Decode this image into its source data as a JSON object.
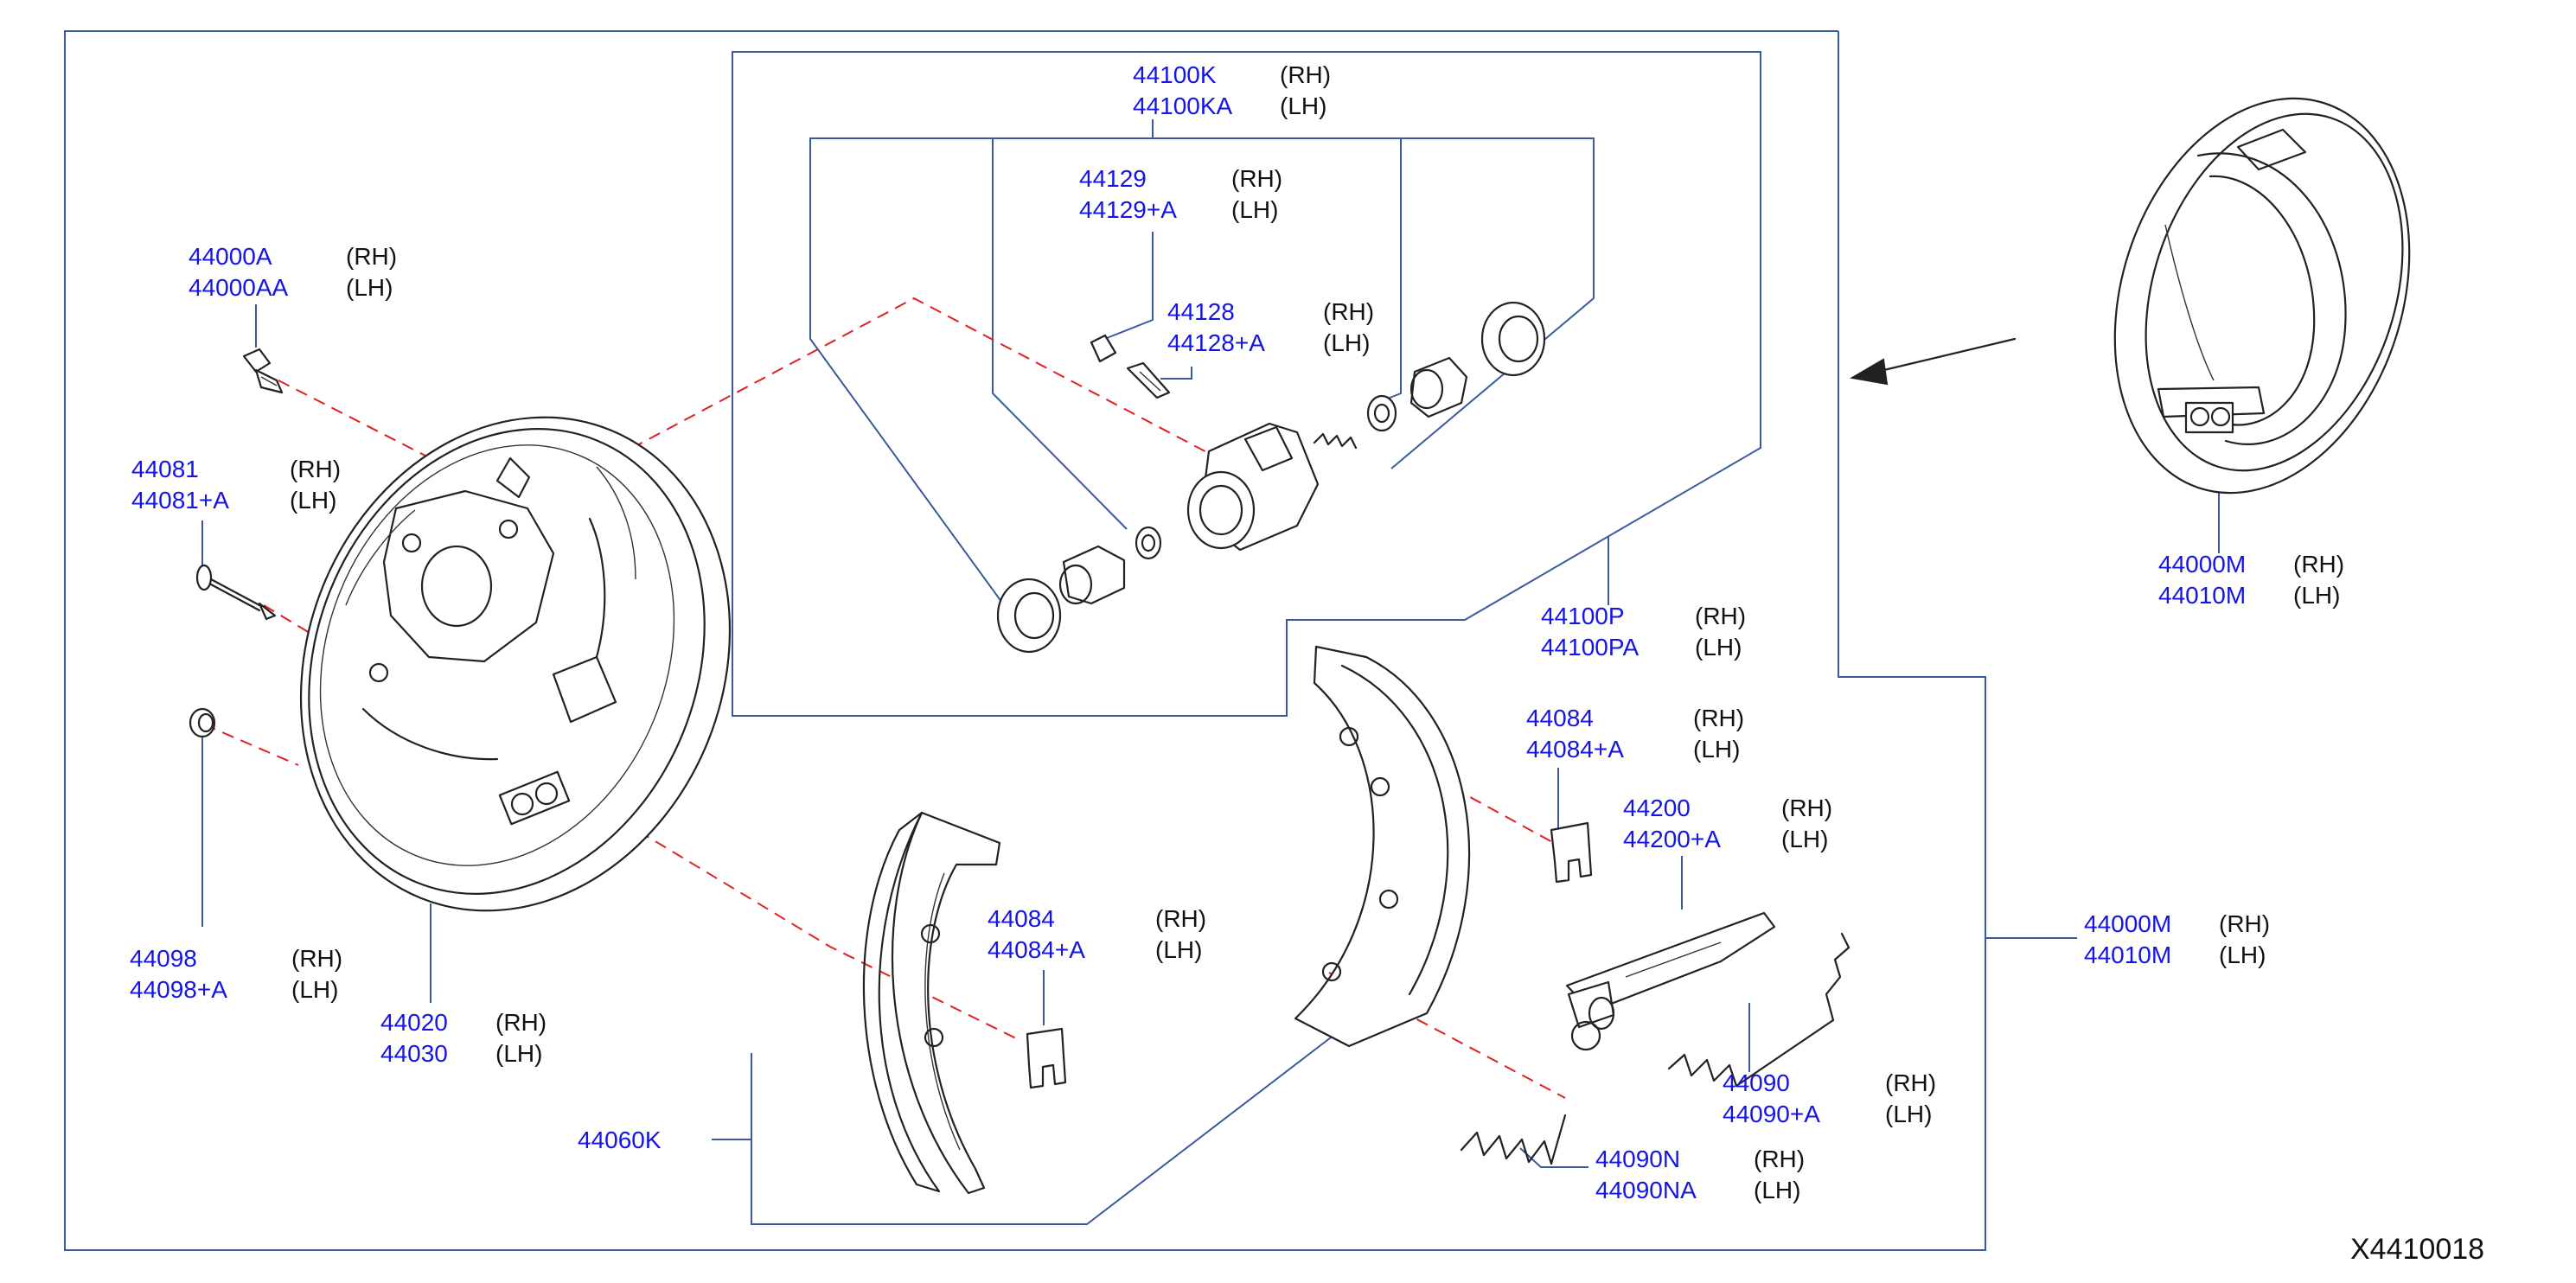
{
  "diagram_code": "X4410018",
  "callouts": [
    {
      "id": "wheel-cylinder-assy",
      "part_numbers": [
        "44100K",
        "44100KA"
      ],
      "sides": [
        "(RH)",
        "(LH)"
      ]
    },
    {
      "id": "bleeder-cap",
      "part_numbers": [
        "44129",
        "44129+A"
      ],
      "sides": [
        "(RH)",
        "(LH)"
      ]
    },
    {
      "id": "bleeder-screw",
      "part_numbers": [
        "44128",
        "44128+A"
      ],
      "sides": [
        "(RH)",
        "(LH)"
      ]
    },
    {
      "id": "plate-bolt",
      "part_numbers": [
        "44000A",
        "44000AA"
      ],
      "sides": [
        "(RH)",
        "(LH)"
      ]
    },
    {
      "id": "hold-down-pin",
      "part_numbers": [
        "44081",
        "44081+A"
      ],
      "sides": [
        "(RH)",
        "(LH)"
      ]
    },
    {
      "id": "plug",
      "part_numbers": [
        "44098",
        "44098+A"
      ],
      "sides": [
        "(RH)",
        "(LH)"
      ]
    },
    {
      "id": "back-plate",
      "part_numbers": [
        "44020",
        "44030"
      ],
      "sides": [
        "(RH)",
        "(LH)"
      ]
    },
    {
      "id": "cylinder-kit",
      "part_numbers": [
        "44100P",
        "44100PA"
      ],
      "sides": [
        "(RH)",
        "(LH)"
      ]
    },
    {
      "id": "retainer-right",
      "part_numbers": [
        "44084",
        "44084+A"
      ],
      "sides": [
        "(RH)",
        "(LH)"
      ]
    },
    {
      "id": "adjuster",
      "part_numbers": [
        "44200",
        "44200+A"
      ],
      "sides": [
        "(RH)",
        "(LH)"
      ]
    },
    {
      "id": "retainer-left",
      "part_numbers": [
        "44084",
        "44084+A"
      ],
      "sides": [
        "(RH)",
        "(LH)"
      ]
    },
    {
      "id": "drum-brake-assy",
      "part_numbers": [
        "44000M",
        "44010M"
      ],
      "sides": [
        "(RH)",
        "(LH)"
      ]
    },
    {
      "id": "brake-assy-overview",
      "part_numbers": [
        "44000M",
        "44010M"
      ],
      "sides": [
        "(RH)",
        "(LH)"
      ]
    },
    {
      "id": "upper-spring",
      "part_numbers": [
        "44090",
        "44090+A"
      ],
      "sides": [
        "(RH)",
        "(LH)"
      ]
    },
    {
      "id": "lower-spring",
      "part_numbers": [
        "44090N",
        "44090NA"
      ],
      "sides": [
        "(RH)",
        "(LH)"
      ]
    },
    {
      "id": "shoe-set",
      "part_numbers": [
        "44060K"
      ],
      "sides": []
    }
  ]
}
